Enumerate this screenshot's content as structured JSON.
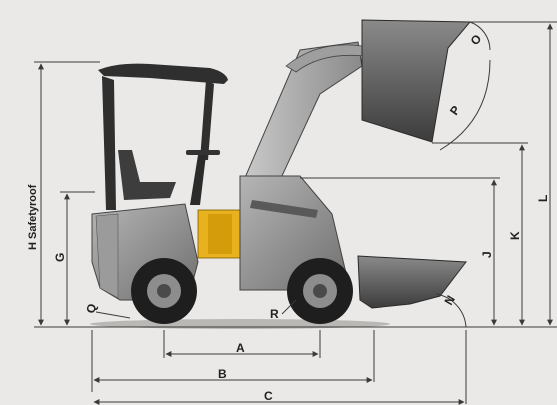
{
  "diagram": {
    "labels": {
      "A": "A",
      "B": "B",
      "C": "C",
      "G": "G",
      "H": "H Safetyroof",
      "J": "J",
      "K": "K",
      "L": "L",
      "N": "N",
      "O": "O",
      "P": "P",
      "Q": "Q",
      "R": "R"
    },
    "colors": {
      "background": "#eae9e7",
      "dimension_line": "#3a3a3a",
      "body_gray": "#8c8c8c",
      "dark_gray": "#3b3b3b",
      "accent_yellow": "#e7b21d",
      "tire": "#1e1e1e"
    }
  }
}
